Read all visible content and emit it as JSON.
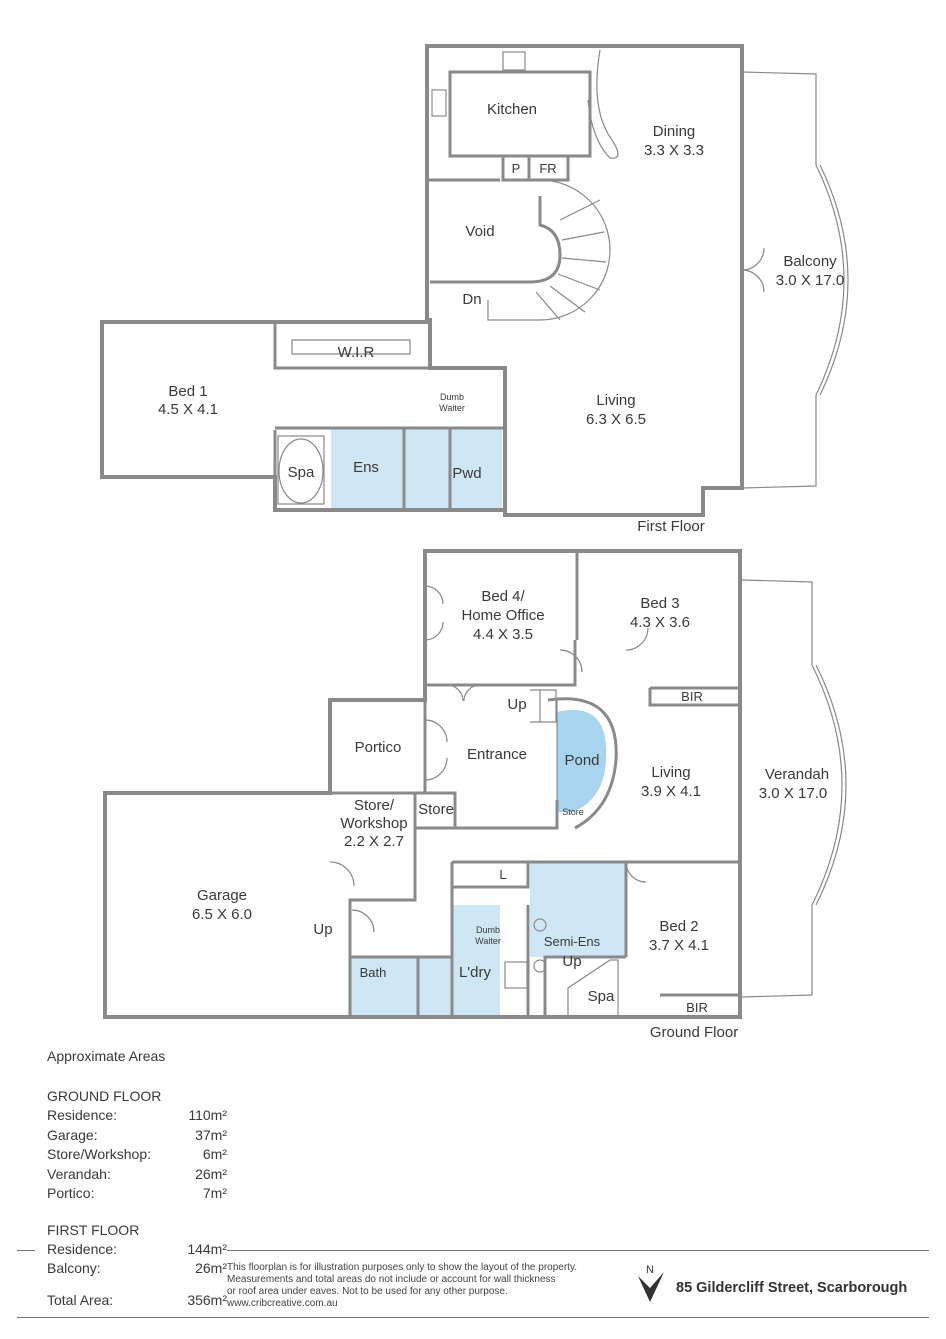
{
  "first_floor": {
    "caption": "First Floor",
    "rooms": {
      "kitchen": "Kitchen",
      "dining": "Dining",
      "dining_dim": "3.3 X 3.3",
      "pantry": "P",
      "fridge": "FR",
      "void": "Void",
      "down": "Dn",
      "balcony": "Balcony",
      "balcony_dim": "3.0 X 17.0",
      "living": "Living",
      "living_dim": "6.3 X 6.5",
      "bed1": "Bed 1",
      "bed1_dim": "4.5 X 4.1",
      "wir": "W.I.R",
      "dumb_waiter_1": "Dumb",
      "dumb_waiter_2": "Waiter",
      "spa": "Spa",
      "ens": "Ens",
      "pwd": "Pwd"
    }
  },
  "ground_floor": {
    "caption": "Ground Floor",
    "rooms": {
      "bed4_1": "Bed 4/",
      "bed4_2": "Home Office",
      "bed4_dim": "4.4 X 3.5",
      "bed3": "Bed 3",
      "bed3_dim": "4.3 X 3.6",
      "bir": "BIR",
      "up": "Up",
      "portico": "Portico",
      "entrance": "Entrance",
      "pond": "Pond",
      "store": "Store",
      "living": "Living",
      "living_dim": "3.9 X 4.1",
      "verandah": "Verandah",
      "verandah_dim": "3.0 X 17.0",
      "store_ws_1": "Store/",
      "store_ws_2": "Workshop",
      "store_ws_dim": "2.2 X 2.7",
      "garage": "Garage",
      "garage_dim": "6.5 X 6.0",
      "linen": "L",
      "dumb_waiter_1": "Dumb",
      "dumb_waiter_2": "Waiter",
      "semi_ens": "Semi-Ens",
      "bed2": "Bed 2",
      "bed2_dim": "3.7 X 4.1",
      "bath": "Bath",
      "laundry": "L'dry",
      "spa": "Spa"
    }
  },
  "areas": {
    "heading": "Approximate Areas",
    "ground_title": "GROUND FLOOR",
    "ground": [
      {
        "label": "Residence:",
        "value": "110m²"
      },
      {
        "label": "Garage:",
        "value": "37m²"
      },
      {
        "label": "Store/Workshop:",
        "value": "6m²"
      },
      {
        "label": "Verandah:",
        "value": "26m²"
      },
      {
        "label": "Portico:",
        "value": "7m²"
      }
    ],
    "first_title": "FIRST FLOOR",
    "first": [
      {
        "label": "Residence:",
        "value": "144m²"
      },
      {
        "label": "Balcony:",
        "value": "26m²"
      }
    ],
    "total": {
      "label": "Total Area:",
      "value": "356m²"
    }
  },
  "disclaimer": {
    "line1": "This floorplan is for illustration purposes only to show the layout of the property.",
    "line2": "Measurements and total areas do not include or account for wall thickness",
    "line3": "or roof area under eaves. Not to be used for any other purpose.",
    "line4": "www.cribcreative.com.au"
  },
  "north_label": "N",
  "address": "85 Gildercliff Street, Scarborough",
  "colors": {
    "wall": "#8a8a8a",
    "tile": "#cfe6f5",
    "text": "#3a3a3a"
  }
}
